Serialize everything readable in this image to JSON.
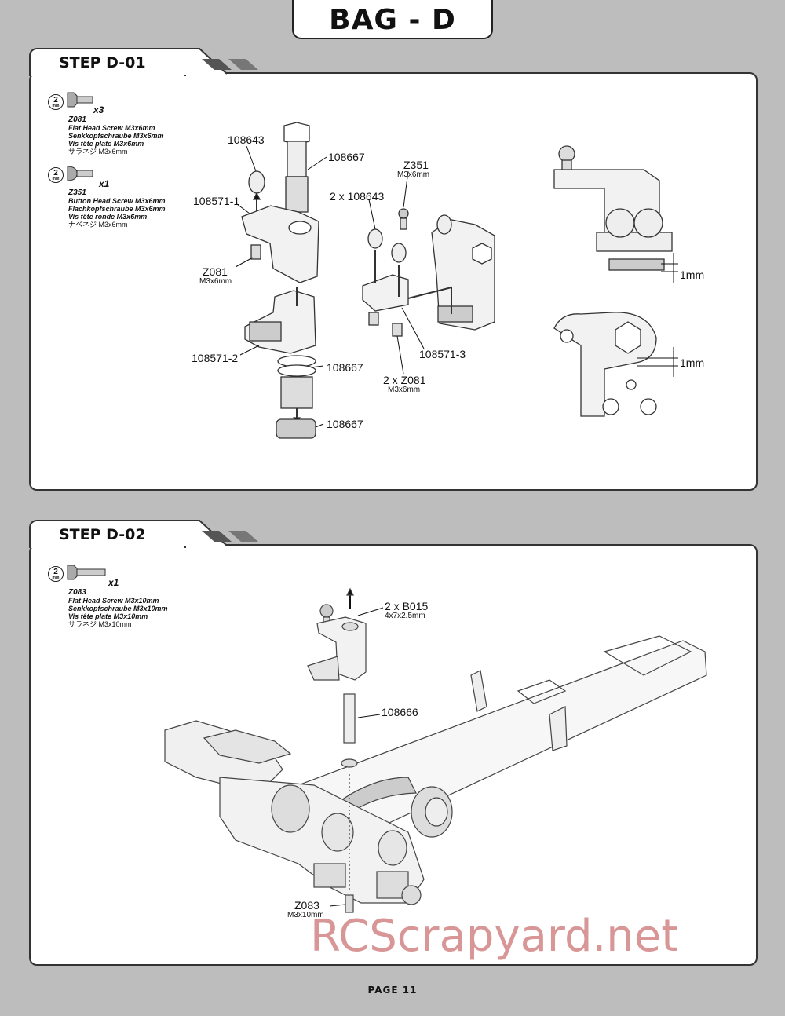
{
  "header": {
    "bag_title": "BAG - D"
  },
  "step1": {
    "title": "STEP D-01",
    "parts": [
      {
        "wrench": "2",
        "wrench_unit": "mm",
        "qty": "x3",
        "code": "Z081",
        "lines": [
          "Flat Head Screw M3x6mm",
          "Senkkopfschraube M3x6mm",
          "Vis tête plate M3x6mm"
        ],
        "jp": "サラネジ M3x6mm"
      },
      {
        "wrench": "2",
        "wrench_unit": "mm",
        "qty": "x1",
        "code": "Z351",
        "lines": [
          "Button Head Screw M3x6mm",
          "Flachkopfschraube M3x6mm",
          "Vis tête ronde M3x6mm"
        ],
        "jp": "ナベネジ M3x6mm"
      }
    ],
    "callouts": {
      "c108643": "108643",
      "c108667a": "108667",
      "c108571_1": "108571-1",
      "z081": "Z081",
      "z081_size": "M3x6mm",
      "c108571_2": "108571-2",
      "c108667b": "108667",
      "c108667c": "108667",
      "z351": "Z351",
      "z351_size": "M3x6mm",
      "c2x108643": "2 x 108643",
      "c108571_3": "108571-3",
      "c2xz081": "2 x Z081",
      "c2xz081_size": "M3x6mm",
      "gap1": "1mm",
      "gap2": "1mm"
    }
  },
  "step2": {
    "title": "STEP D-02",
    "part": {
      "wrench": "2",
      "wrench_unit": "mm",
      "qty": "x1",
      "code": "Z083",
      "lines": [
        "Flat Head Screw M3x10mm",
        "Senkkopfschraube M3x10mm",
        "Vis tête plate M3x10mm"
      ],
      "jp": "サラネジ M3x10mm"
    },
    "callouts": {
      "b015": "2 x B015",
      "b015_size": "4x7x2.5mm",
      "c108666": "108666",
      "z083": "Z083",
      "z083_size": "M3x10mm"
    }
  },
  "footer": {
    "page": "PAGE 11"
  },
  "watermark": "RCScrapyard.net"
}
